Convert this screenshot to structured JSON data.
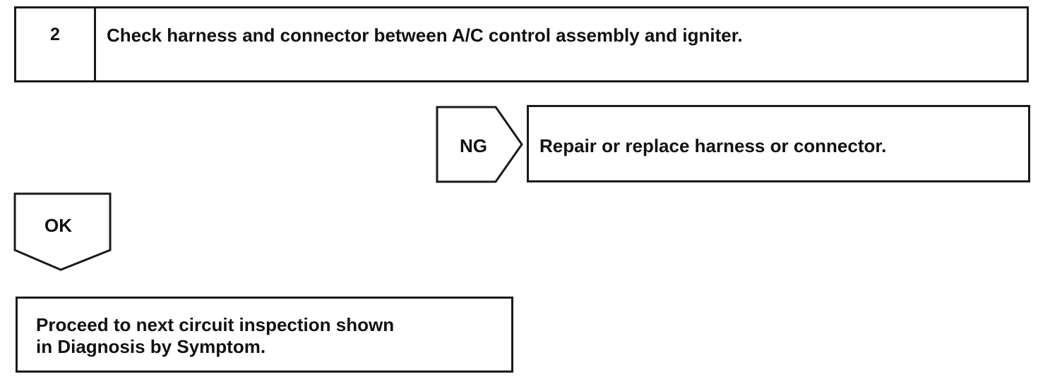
{
  "step": {
    "number": "2",
    "text": "Check harness and connector between A/C control assembly and igniter."
  },
  "ng_branch": {
    "label": "NG",
    "action": "Repair or replace harness or connector."
  },
  "ok_branch": {
    "label": "OK",
    "line1": "Proceed to next circuit inspection shown",
    "line2": "in Diagnosis by Symptom."
  }
}
